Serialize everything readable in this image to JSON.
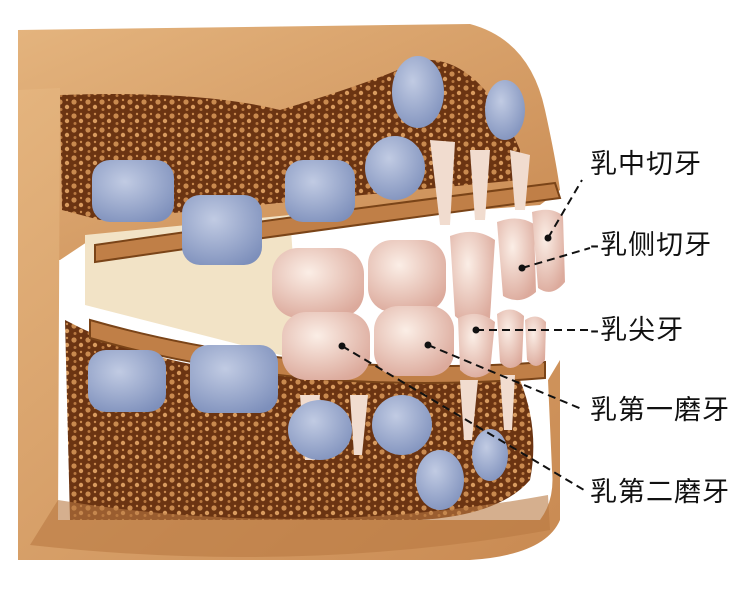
{
  "image": {
    "subject": "deciduous-dentition-jaw-illustration",
    "colors": {
      "bone": "#d79f66",
      "bone_shadow": "#a86a34",
      "cancellous": "#6b3412",
      "tooth_crown": "#f3d9cc",
      "tooth_shadow": "#d7a79b",
      "tooth_bud": "#8fa0c6",
      "background": "#ffffff",
      "leader_line": "#111111"
    }
  },
  "labels": [
    {
      "id": "deciduous-central-incisor",
      "text": "乳中切牙"
    },
    {
      "id": "deciduous-lateral-incisor",
      "text": "-乳侧切牙"
    },
    {
      "id": "deciduous-canine",
      "text": "-乳尖牙"
    },
    {
      "id": "deciduous-first-molar",
      "text": "乳第一磨牙"
    },
    {
      "id": "deciduous-second-molar",
      "text": "乳第二磨牙"
    }
  ]
}
